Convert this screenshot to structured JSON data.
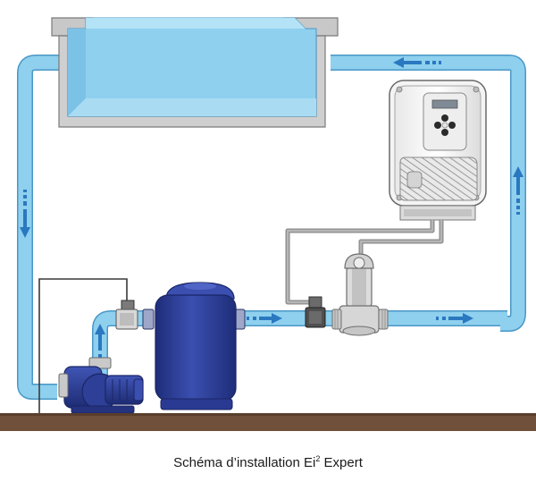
{
  "caption": {
    "main": "Schéma d’installation Ei",
    "superscript": "2",
    "suffix": " Expert"
  },
  "colors": {
    "pipe": "#8ed0ee",
    "pipe_outline": "#4a98c6",
    "flow_arrow": "#2a78c0",
    "pool_water": "#8fd0ef",
    "pool_wall": "#cfcfcf",
    "pump_body": "#2d3f96",
    "filter_body": "#2d3f96",
    "ground": "#70503a",
    "controller_body": "#f4f4f4",
    "fitting": "#b8b8b8"
  },
  "icons": {
    "ground_symbol": "earth-ground-icon"
  }
}
